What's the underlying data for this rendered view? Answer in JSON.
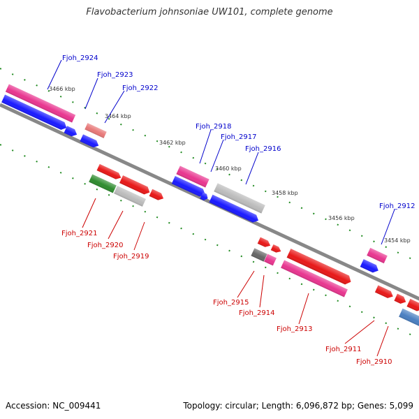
{
  "title": "Flavobacterium johnsoniae UW101, complete genome",
  "footer": {
    "accession": "Accession: NC_009441",
    "meta": "Topology: circular; Length: 6,096,872 bp; Genes: 5,099"
  },
  "colors": {
    "backbone": "#888888",
    "tick": "#1f8a1f",
    "label_forward": "#0000cc",
    "label_reverse": "#cc0000"
  },
  "scale_labels": [
    "3466 kbp",
    "3464 kbp",
    "3462 kbp",
    "3460 kbp",
    "3458 kbp",
    "3456 kbp",
    "3454 kbp"
  ],
  "gene_labels": {
    "forward": [
      "Fjoh_2924",
      "Fjoh_2923",
      "Fjoh_2922",
      "Fjoh_2918",
      "Fjoh_2917",
      "Fjoh_2916",
      "Fjoh_2912"
    ],
    "reverse": [
      "Fjoh_2921",
      "Fjoh_2920",
      "Fjoh_2919",
      "Fjoh_2915",
      "Fjoh_2914",
      "Fjoh_2913",
      "Fjoh_2911",
      "Fjoh_2910"
    ]
  }
}
